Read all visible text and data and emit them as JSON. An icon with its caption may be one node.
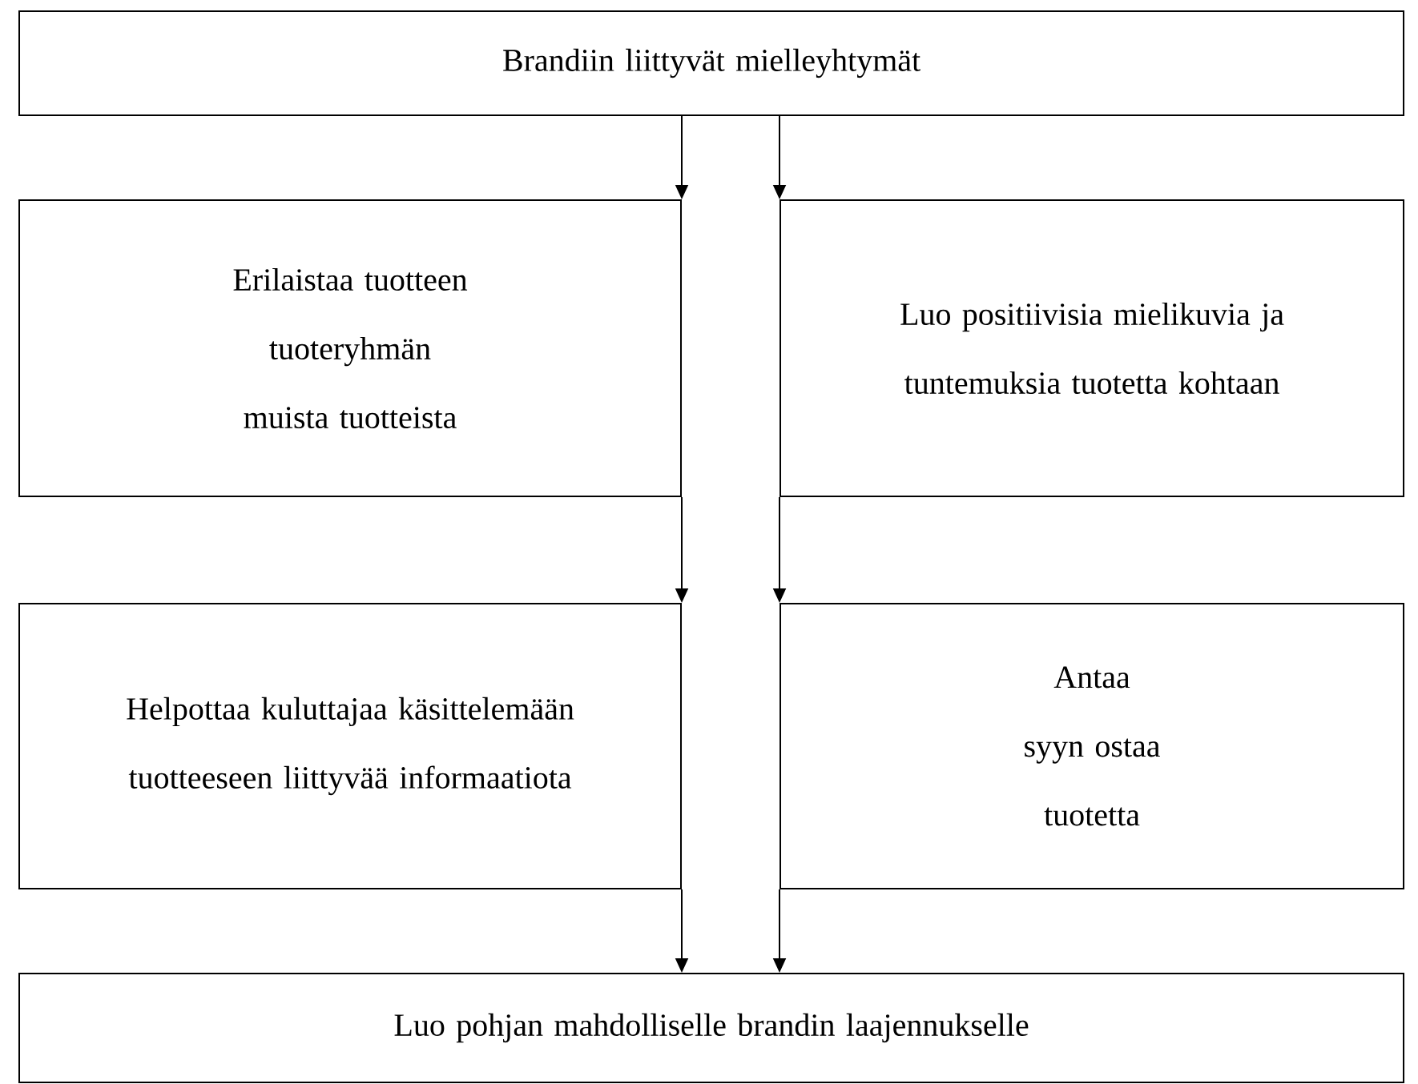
{
  "diagram": {
    "nodes": [
      {
        "text": [
          "Brandiin liittyvät mielleyhtymät"
        ]
      },
      {
        "text": [
          "Erilaistaa tuotteen tuoteryhmän muista tuotteista"
        ]
      },
      {
        "text": [
          "Luo positiivisia mielikuvia ja tuntemuksia tuotetta kohtaan"
        ]
      },
      {
        "text": [
          "Helpottaa kuluttajaa käsittelemään tuotteeseen liittyvää informaatiota"
        ]
      },
      {
        "text": [
          "Antaa syyn ostaa tuotetta"
        ]
      },
      {
        "text": [
          "Luo pohjan mahdolliselle brandin laajennukselle"
        ]
      }
    ],
    "edges": [
      {
        "from": 0,
        "to": 1,
        "arrow": "to"
      },
      {
        "from": 0,
        "to": 2,
        "arrow": "to"
      },
      {
        "from": 1,
        "to": 3,
        "arrow": "to"
      },
      {
        "from": 2,
        "to": 4,
        "arrow": "to"
      },
      {
        "from": 3,
        "to": 5,
        "arrow": "to"
      },
      {
        "from": 4,
        "to": 5,
        "arrow": "to"
      }
    ]
  }
}
